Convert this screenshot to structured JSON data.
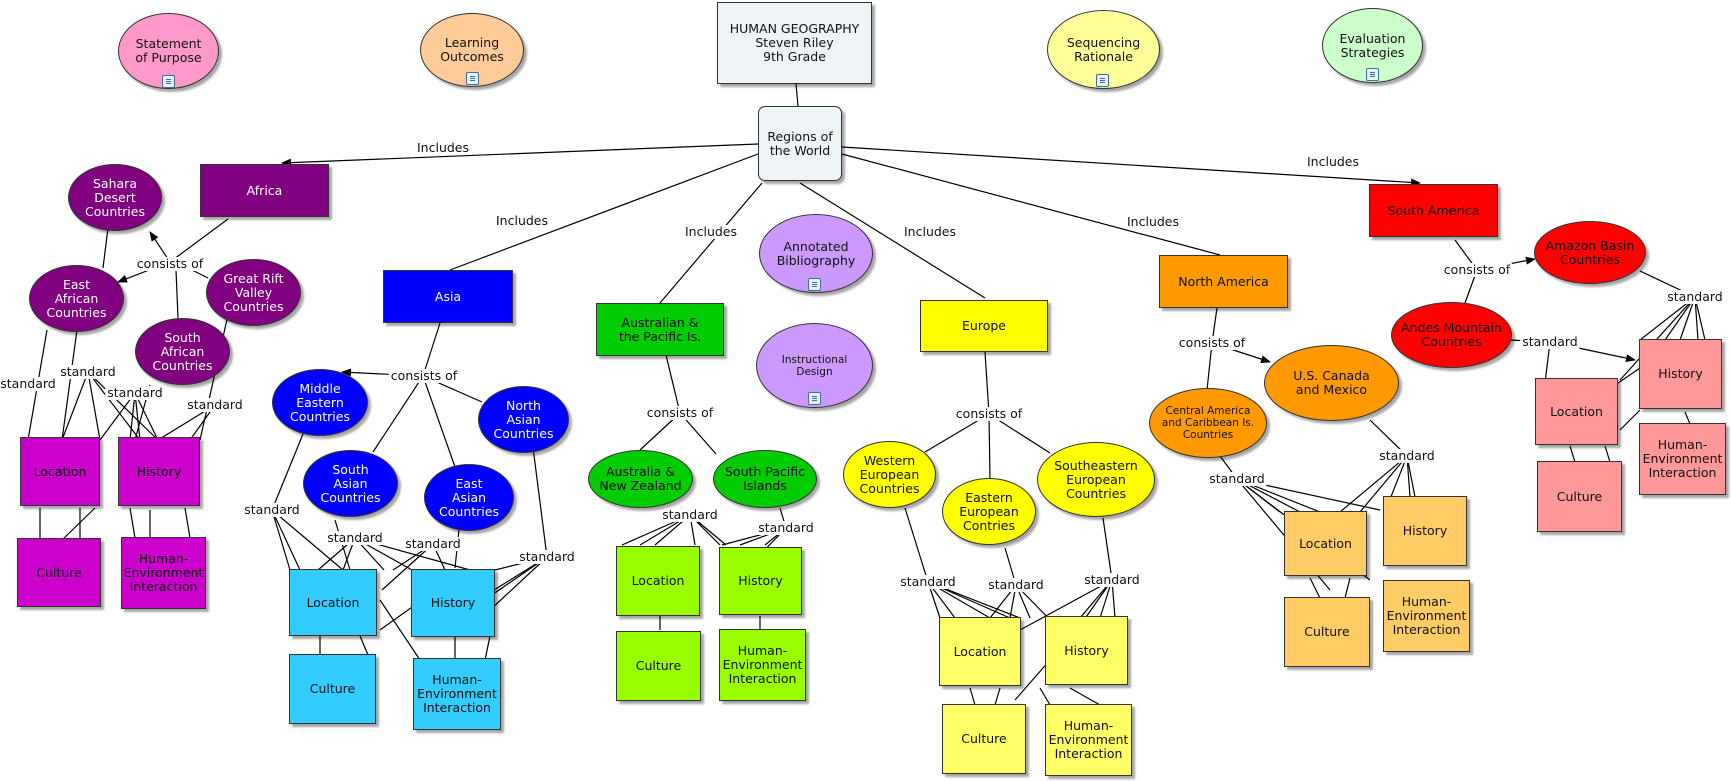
{
  "title_node": "HUMAN GEOGRAPHY\nSteven Riley\n9th Grade",
  "root": "Regions of\nthe World",
  "side_nodes": [
    {
      "id": "s1",
      "text": "Statement\nof Purpose",
      "color": "#ff99cc"
    },
    {
      "id": "s2",
      "text": "Learning\nOutcomes",
      "color": "#ffcc99"
    },
    {
      "id": "s3",
      "text": "Sequencing\nRationale",
      "color": "#ffff99"
    },
    {
      "id": "s4",
      "text": "Evaluation\nStrategies",
      "color": "#ccffcc"
    },
    {
      "id": "s5",
      "text": "Annotated\nBibliography",
      "color": "#cc99ff"
    },
    {
      "id": "s6",
      "text": "Instructional\nDesign",
      "color": "#cc99ff"
    }
  ],
  "link_words": {
    "includes": "Includes",
    "consists_of": "consists of",
    "standard": "standard"
  },
  "colors": {
    "africa_dark": "#800080",
    "africa_light": "#cc00cc",
    "asia_dark": "#0000ff",
    "asia_light": "#33ccff",
    "aus_dark": "#00cc00",
    "aus_light": "#99ff00",
    "europe_dark": "#ffff00",
    "europe_light": "#ffff66",
    "na_dark": "#ff9900",
    "na_light": "#ffcc66",
    "sa_dark": "#ff0000",
    "sa_light": "#ff9999"
  },
  "regions": [
    {
      "id": "africa",
      "name": "Africa",
      "subs": [
        "Sahara\nDesert\nCountries",
        "East\nAfrican\nCountries",
        "South\nAfrican\nCountries",
        "Great Rift\nValley\nCountries"
      ]
    },
    {
      "id": "asia",
      "name": "Asia",
      "subs": [
        "Middle\nEastern\nCountries",
        "North\nAsian\nCountries",
        "South\nAsian\nCountries",
        "East\nAsian\nCountries"
      ]
    },
    {
      "id": "aus",
      "name": "Australian &\nthe Pacific Is.",
      "subs": [
        "Australia &\nNew Zealand",
        "South Pacific\nIslands"
      ]
    },
    {
      "id": "europe",
      "name": "Europe",
      "subs": [
        "Western\nEuropean\nCountries",
        "Eastern\nEuropean\nContries",
        "Southeastern\nEuropean\nCountries"
      ]
    },
    {
      "id": "na",
      "name": "North America",
      "subs": [
        "Central America\nand Caribbean Is.\nCountries",
        "U.S. Canada\nand Mexico"
      ]
    },
    {
      "id": "sa",
      "name": "South America",
      "subs": [
        "Amazon Basin\nCountries",
        "Andes Mountain\nCountries"
      ]
    }
  ],
  "topics": [
    "Location",
    "History",
    "Culture",
    "Human-\nEnvironment\nInteraction"
  ]
}
